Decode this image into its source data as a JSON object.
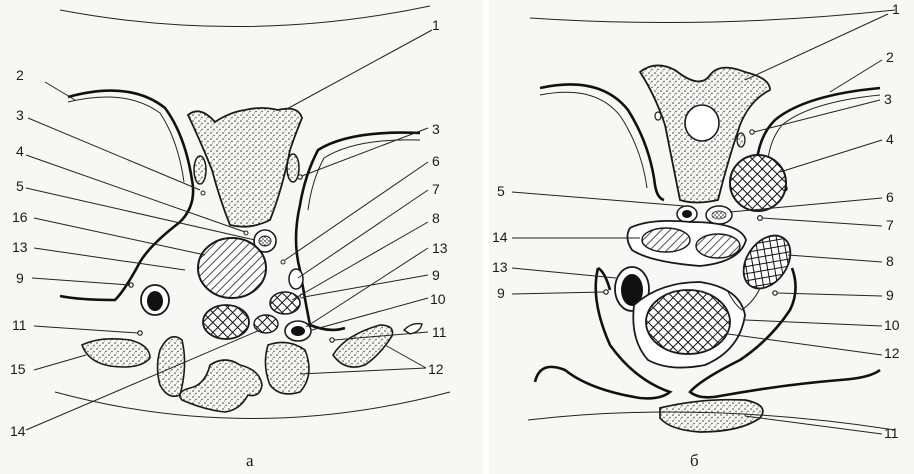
{
  "panels": {
    "left": {
      "caption": "а",
      "labels": {
        "l1": "1",
        "l2": "2",
        "l3a": "3",
        "l3b": "3",
        "l4": "4",
        "l5": "5",
        "l6": "6",
        "l7": "7",
        "l8": "8",
        "l9a": "9",
        "l9b": "9",
        "l10": "10",
        "l11a": "11",
        "l11b": "11",
        "l12": "12",
        "l13a": "13",
        "l13b": "13",
        "l14": "14",
        "l15": "15",
        "l16": "16"
      }
    },
    "right": {
      "caption": "б",
      "labels": {
        "l1": "1",
        "l2": "2",
        "l3": "3",
        "l4": "4",
        "l5": "5",
        "l6": "6",
        "l7": "7",
        "l8": "8",
        "l9a": "9",
        "l9b": "9",
        "l10": "10",
        "l11": "11",
        "l12": "12",
        "l13": "13",
        "l14": "14"
      }
    }
  },
  "colors": {
    "background": "#f7f7f5",
    "outline": "#1a1a1a",
    "stipple": "#3a3a3a",
    "hatch": "#222222"
  }
}
